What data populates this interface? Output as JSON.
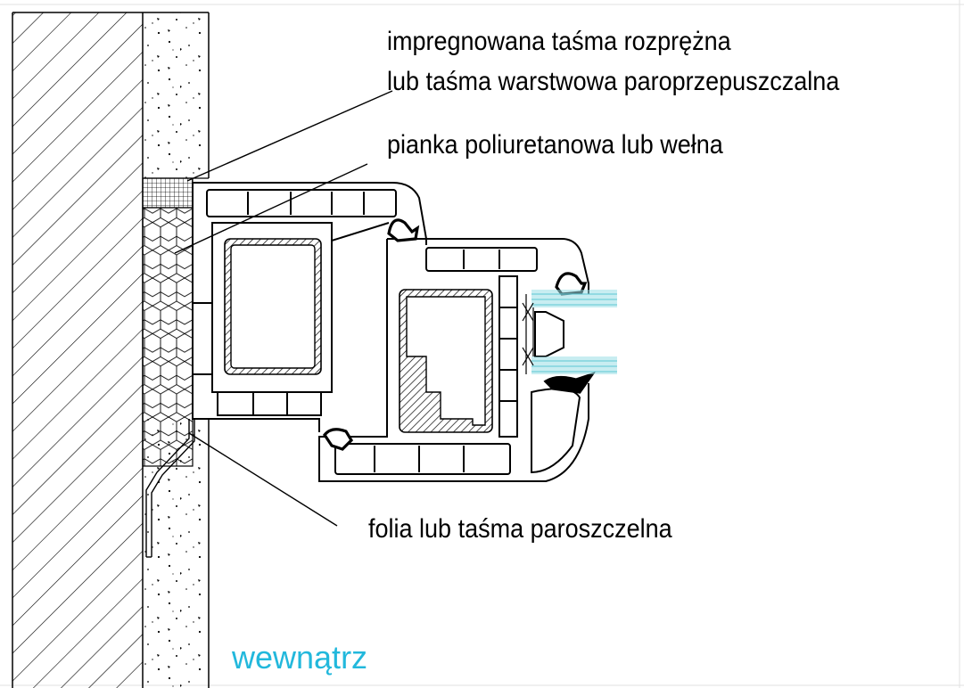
{
  "labels": {
    "tape_line1": "impregnowana taśma rozprężna",
    "tape_line2": "lub taśma warstwowa paroprzepuszczalna",
    "foam": "pianka poliuretanowa lub wełna",
    "foil": "folia lub taśma paroszczelna",
    "inside": "wewnątrz"
  },
  "colors": {
    "line": "#000000",
    "inside_label": "#22b8dc",
    "glass": "#9adfe6",
    "grid": "#e2e2e2"
  }
}
